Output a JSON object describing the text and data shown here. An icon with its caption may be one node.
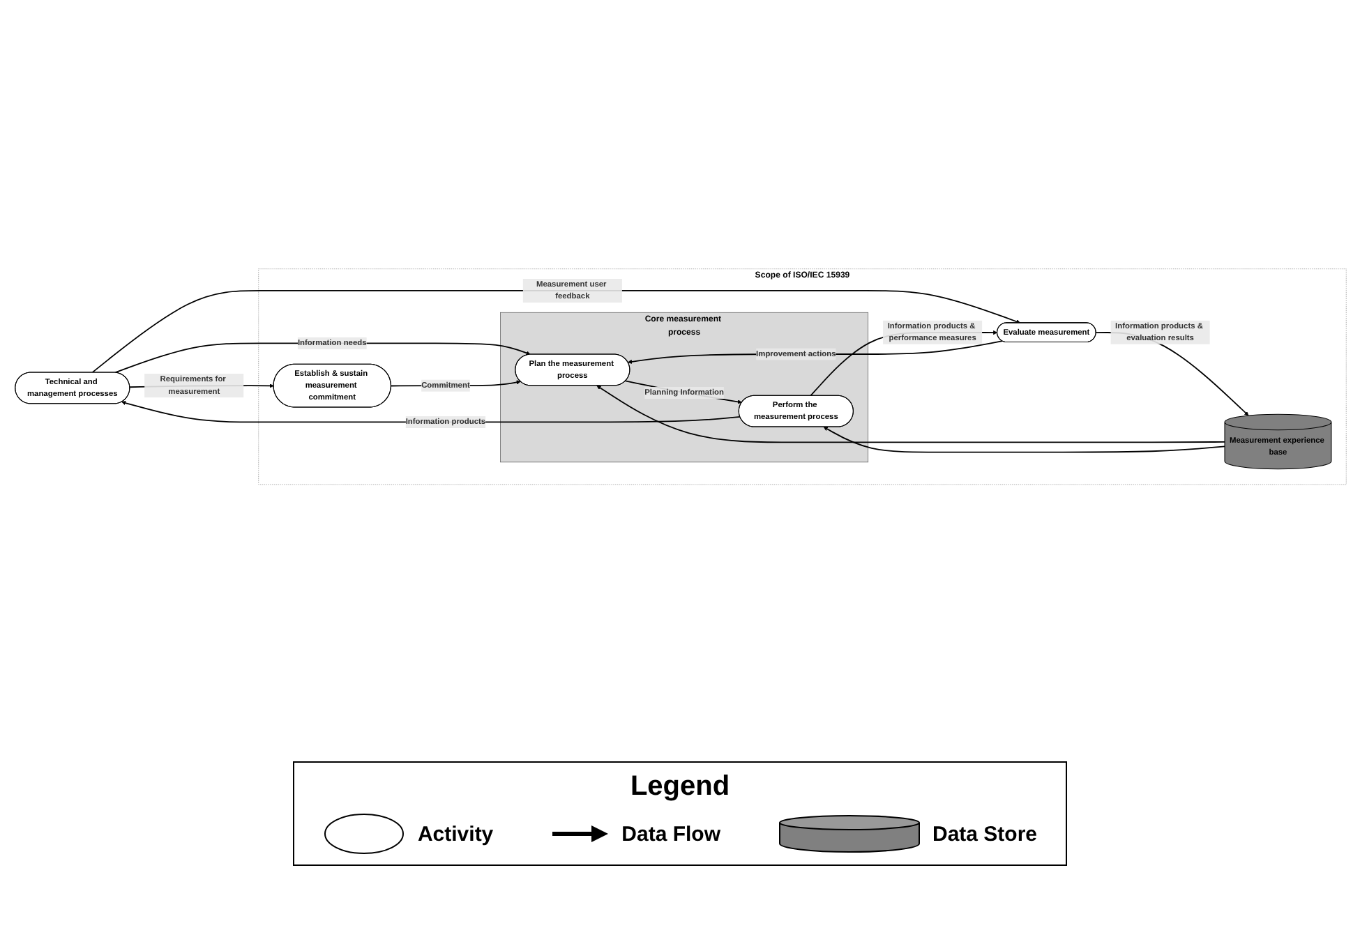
{
  "diagram": {
    "nodes": [
      {
        "text": [
          "Technical and management processes"
        ]
      },
      {
        "text": [
          "Scope of ISO/IEC 15939"
        ]
      },
      {
        "text": [
          "Establish & sustain measurement commitment"
        ],
        "in": 1
      },
      {
        "text": [
          "Core measurement process"
        ],
        "in": 1
      },
      {
        "text": [
          "Plan the measurement process"
        ],
        "in": 3
      },
      {
        "text": [
          "Perform the measurement process"
        ],
        "in": 3
      },
      {
        "text": [
          "Evaluate measurement"
        ],
        "in": 1
      },
      {
        "text": [
          "Measurement experience base"
        ],
        "in": 1
      }
    ],
    "edges": [
      {
        "from": 0,
        "to": 2,
        "arrow": "to",
        "label": "Requirements for measurement"
      },
      {
        "from": 0,
        "to": 6,
        "arrow": "to",
        "label": "Measurement user feedback"
      },
      {
        "from": 0,
        "to": 4,
        "arrow": "to",
        "label": "Information needs"
      },
      {
        "from": 5,
        "to": 0,
        "arrow": "to",
        "label": "Information products"
      },
      {
        "from": 2,
        "to": 4,
        "arrow": "to",
        "label": "Commitment"
      },
      {
        "from": 4,
        "to": 5,
        "arrow": "to",
        "label": "Planning Information"
      },
      {
        "from": 5,
        "to": 6,
        "arrow": "to",
        "label": "Information products & performance measures"
      },
      {
        "from": 7,
        "to": 4,
        "arrow": "to"
      },
      {
        "from": 7,
        "to": 5,
        "arrow": "to"
      },
      {
        "from": 6,
        "to": 7,
        "arrow": "to",
        "label": "Information products & evaluation results"
      },
      {
        "from": 6,
        "to": 4,
        "arrow": "to",
        "label": "Improvement actions"
      }
    ],
    "labels": [
      "Legend"
    ],
    "legend": [
      {
        "text": "Activity"
      },
      {
        "text": "Data Flow"
      },
      {
        "text": "Data Store"
      }
    ]
  }
}
